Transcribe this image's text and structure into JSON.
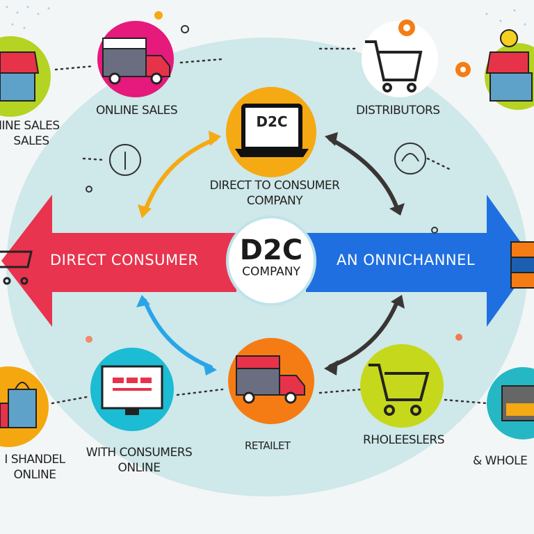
{
  "center": {
    "title": "D2C",
    "subtitle": "COMPANY"
  },
  "top_center": {
    "screen_text": "D2C",
    "label_line1": "DIRECT TO CONSUMER",
    "label_line2": "COMPANY"
  },
  "left_arrow": {
    "label": "DIRECT CONSUMER",
    "color": "#e8344e"
  },
  "right_arrow": {
    "label": "AN ONNICHANNEL",
    "color": "#1f6fe0"
  },
  "nodes": {
    "online_sales": "ONLINE SALES",
    "distributors": "DISTRIBUTORS",
    "left_top_line1": "NINE SALES",
    "left_top_line2": "SALES",
    "with_consumers_line1": "WITH CONSUMERS",
    "with_consumers_line2": "ONLINE",
    "retailer": "RETAILET",
    "wholesalers": "RHOLEESLERS",
    "right_bottom": "& WHOLE",
    "left_bottom_line1": "I SHANDEL",
    "left_bottom_line2": "ONLINE"
  },
  "colors": {
    "background_ellipse": "#cfe8ea",
    "pink": "#e6197c",
    "orange": "#f5a913",
    "cyan": "#1bbcd4",
    "lime": "#c5d81c",
    "orange_dark": "#f57c14"
  }
}
